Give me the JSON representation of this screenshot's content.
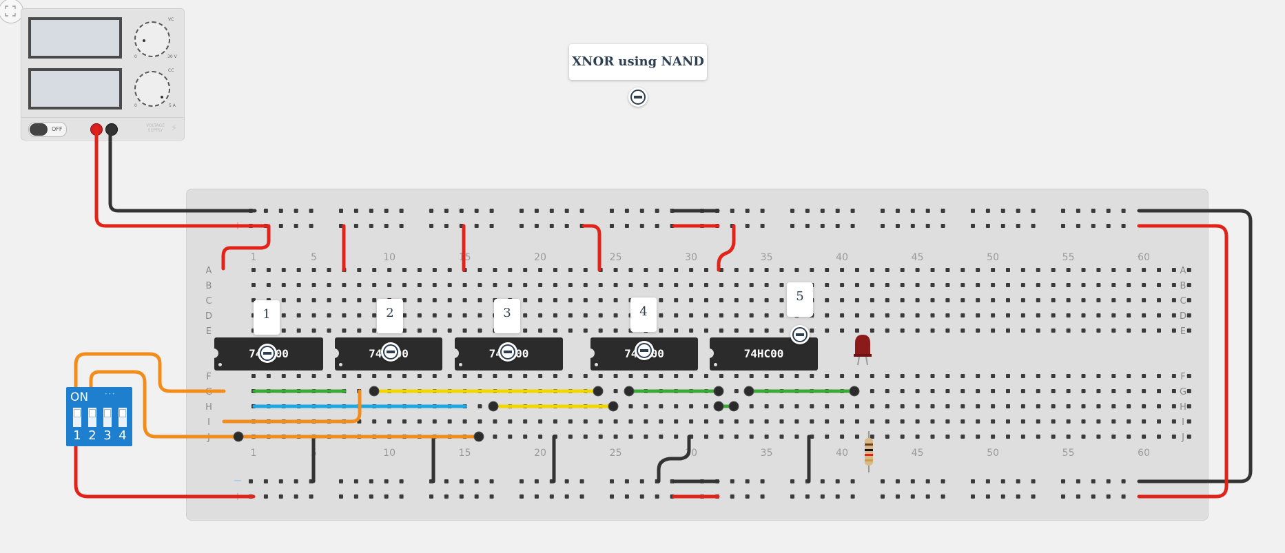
{
  "title_note": "XNOR using NAND",
  "columns_top": [
    "1",
    "5",
    "10",
    "15",
    "20",
    "25",
    "30",
    "35",
    "40",
    "45",
    "50",
    "55",
    "60"
  ],
  "columns_bottom": [
    "1",
    "5",
    "10",
    "15",
    "20",
    "25",
    "30",
    "35",
    "40",
    "45",
    "50",
    "55",
    "60"
  ],
  "rows_top": [
    "A",
    "B",
    "C",
    "D",
    "E"
  ],
  "rows_bottom": [
    "F",
    "G",
    "H",
    "I",
    "J"
  ],
  "power_supply": {
    "switch_label": "OFF",
    "voltage_min": "0",
    "voltage_max": "30 V",
    "current_min": "0",
    "current_max": "5 A",
    "vc_label": "VC",
    "cc_label": "CC",
    "brand_line1": "VOLTAGE",
    "brand_line2": "SUPPLY"
  },
  "chips": [
    {
      "label": "74HC00",
      "tag": "1"
    },
    {
      "label": "74HC00",
      "tag": "2"
    },
    {
      "label": "74HC00",
      "tag": "3"
    },
    {
      "label": "74HC00",
      "tag": "4"
    },
    {
      "label": "74HC00",
      "tag": "5"
    }
  ],
  "dip_switch": {
    "on_label": "ON",
    "numbers": [
      "1",
      "2",
      "3",
      "4"
    ]
  },
  "rail_signs": {
    "plus": "+",
    "minus": "−"
  },
  "colors": {
    "wire_red": "#e2231a",
    "wire_black": "#333333",
    "wire_green": "#3aa935",
    "wire_yellow": "#f2d600",
    "wire_blue": "#1ea7e1",
    "wire_orange": "#f28c1b",
    "board": "#dedede",
    "chip": "#2b2b2b",
    "dip": "#1e7fcf",
    "led": "#8b1a1a"
  }
}
